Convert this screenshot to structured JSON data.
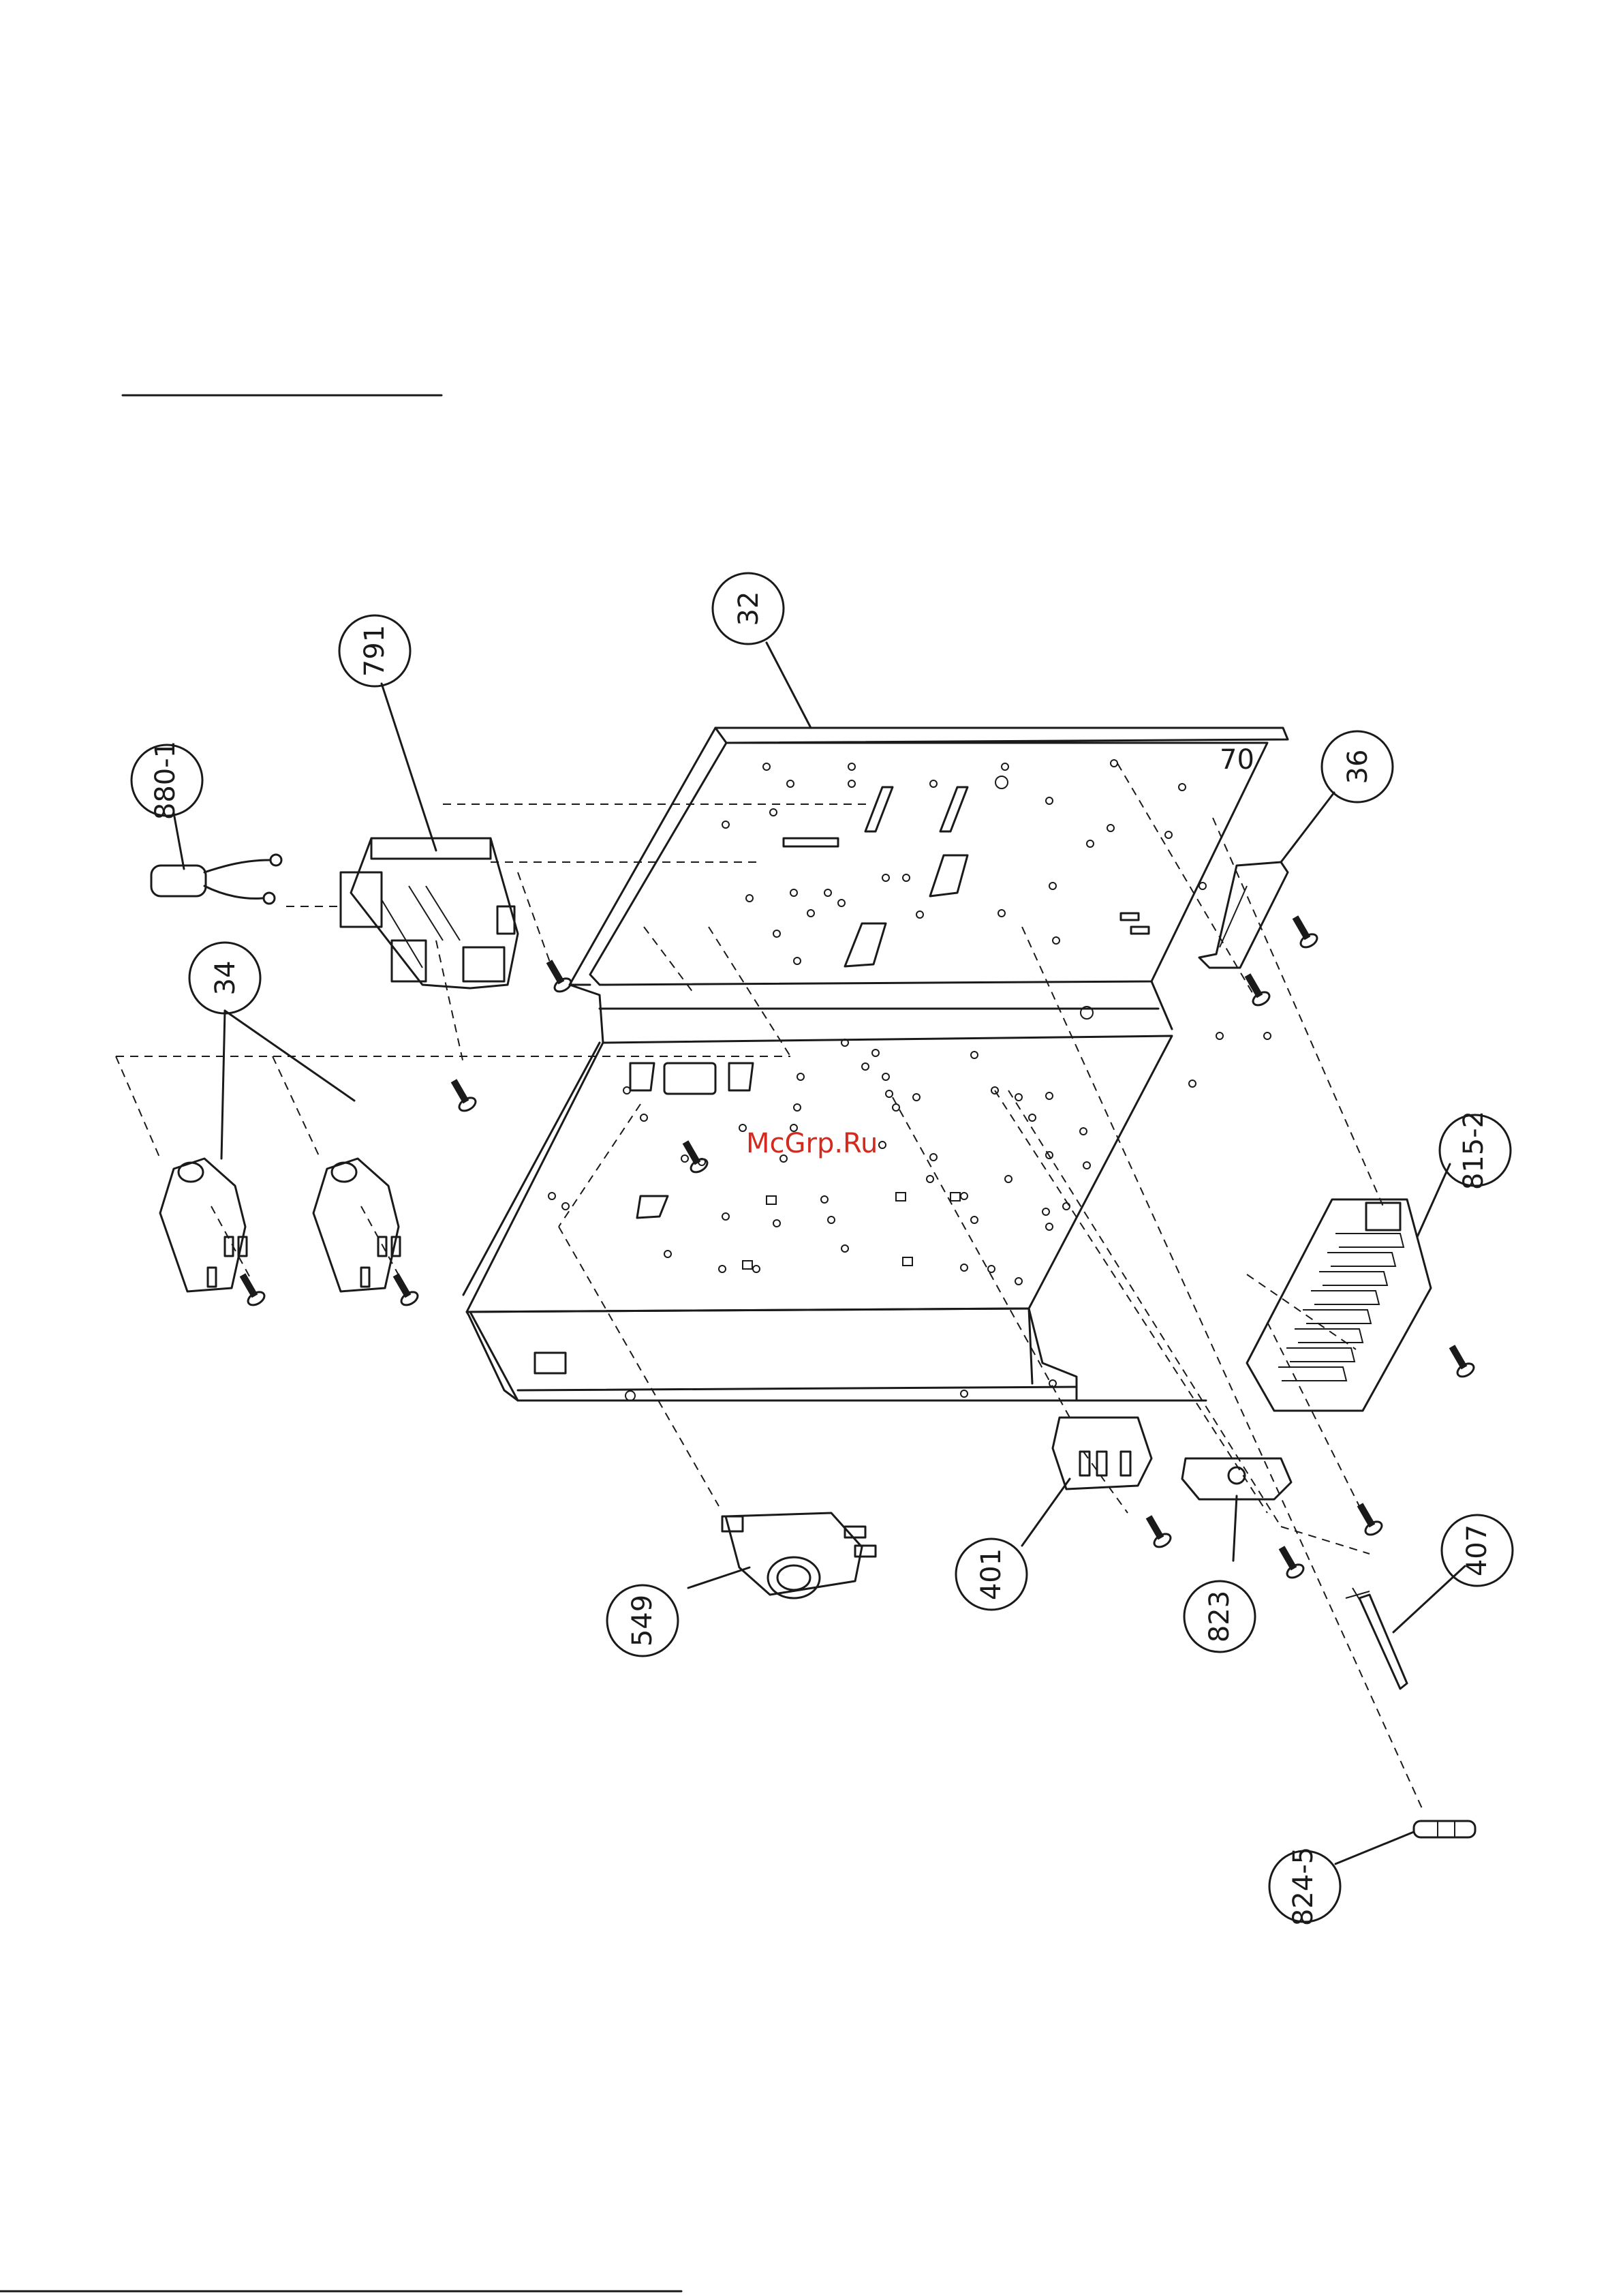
{
  "watermark": "McGrp.Ru",
  "callouts": {
    "c32": "32",
    "c791": "791",
    "c880_1": "880-1",
    "c36": "36",
    "c34": "34",
    "c815_2": "815-2",
    "c401": "401",
    "c549": "549",
    "c823": "823",
    "c407": "407",
    "c824_5": "824-5"
  },
  "panel_marking": "70",
  "colors": {
    "ink": "#1a1a1a",
    "watermark": "#d22a1e",
    "background": "#ffffff"
  }
}
